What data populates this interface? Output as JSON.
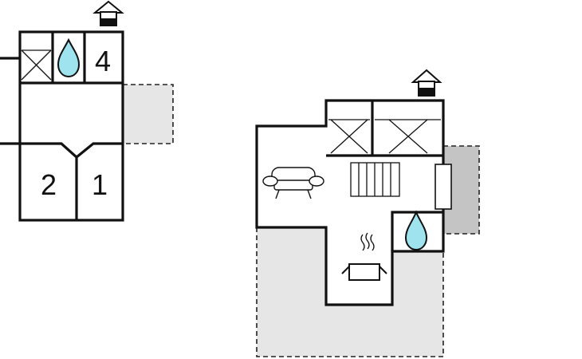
{
  "colors": {
    "wall": "#111111",
    "terrace_fill": "#e6e6e6",
    "terrace_dark_fill": "#c4c4c4",
    "water_drop": "#9fe3ee",
    "background": "#ffffff"
  },
  "rooms": {
    "bedroom_4": "4",
    "bedroom_2": "2",
    "bedroom_1": "1"
  },
  "icons": [
    "entrance-icon",
    "bathroom-drop-icon",
    "stairs-icon",
    "sofa-icon",
    "cooking-pot-icon",
    "fireplace-icon"
  ]
}
